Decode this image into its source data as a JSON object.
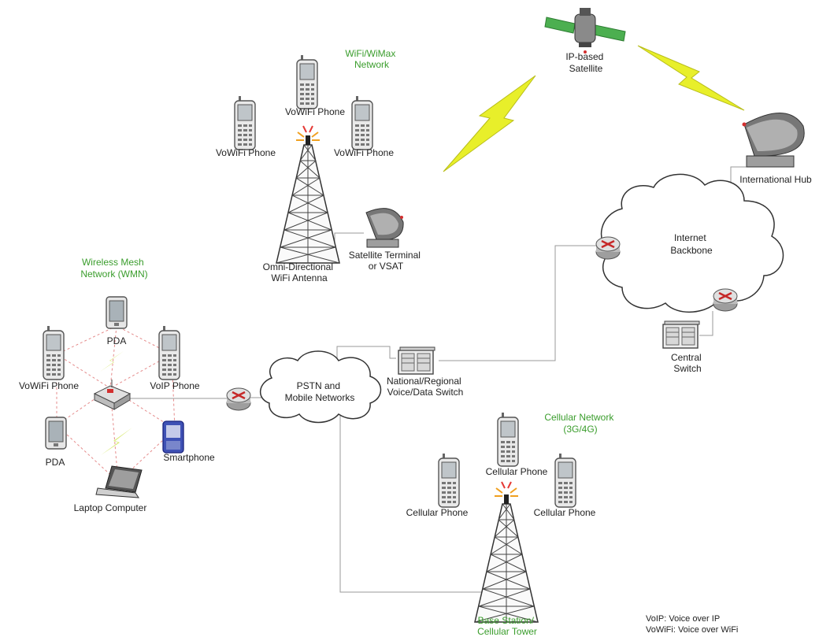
{
  "colors": {
    "green_label": "#3a9d2c",
    "lightning": "#e8ef2a",
    "mesh_link": "#e58b8b",
    "link": "#9a9a9a",
    "router_x": "#c62828"
  },
  "networks": {
    "wifi_wimax": [
      "WiFi/WiMax",
      "Network"
    ],
    "wireless_mesh": [
      "Wireless Mesh",
      "Network (WMN)"
    ],
    "cellular": [
      "Cellular Network",
      "(3G/4G)"
    ],
    "base_station": [
      "Base Station/",
      "Cellular Tower"
    ]
  },
  "nodes": {
    "satellite": [
      "IP-based",
      "Satellite"
    ],
    "international_hub": "International Hub",
    "internet_backbone": [
      "Internet",
      "Backbone"
    ],
    "central_switch": [
      "Central",
      "Switch"
    ],
    "pstn": [
      "PSTN and",
      "Mobile Networks"
    ],
    "national_switch": [
      "National/Regional",
      "Voice/Data Switch"
    ],
    "omni_antenna": [
      "Omni-Directional",
      "WiFi Antenna"
    ],
    "satellite_terminal": [
      "Satellite Terminal",
      "or VSAT"
    ],
    "vowifi_phone_top": "VoWiFi Phone",
    "vowifi_phone_left": "VoWiFi Phone",
    "vowifi_phone_right": "VoWiFi Phone",
    "mesh_pda_top": "PDA",
    "mesh_pda_bottom": "PDA",
    "mesh_vowifi_phone": "VoWiFi Phone",
    "mesh_voip_phone": "VoIP Phone",
    "smartphone": "Smartphone",
    "laptop": "Laptop Computer",
    "cell_phone_top": "Cellular Phone",
    "cell_phone_left": "Cellular Phone",
    "cell_phone_right": "Cellular Phone"
  },
  "legend": {
    "voip": "VoIP: Voice over IP",
    "vowifi": "VoWiFi: Voice over WiFi"
  }
}
